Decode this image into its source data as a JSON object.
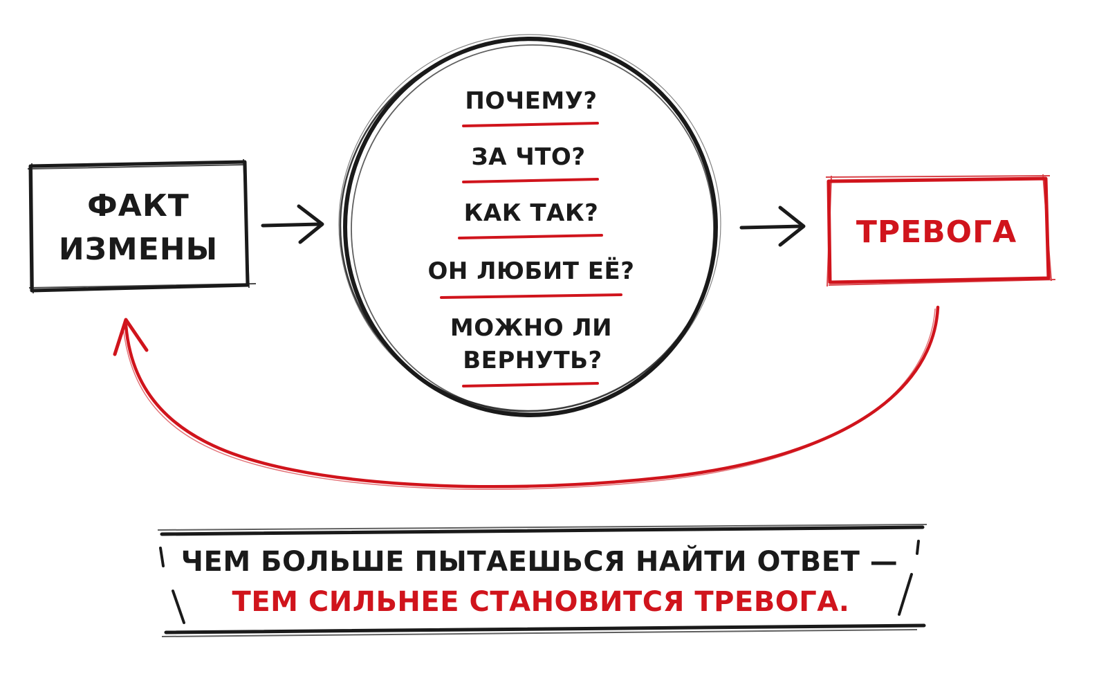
{
  "colors": {
    "ink": "#1a1a1a",
    "accent": "#d0141c"
  },
  "fact_box": {
    "line1": "ФАКТ",
    "line2": "ИЗМЕНЫ"
  },
  "questions": [
    {
      "label": "ПОЧЕМУ?"
    },
    {
      "label": "ЗА ЧТО?"
    },
    {
      "label": "КАК ТАК?"
    },
    {
      "label": "ОН ЛЮБИТ ЕЁ?"
    },
    {
      "label_line1": "МОЖНО ЛИ",
      "label_line2": "ВЕРНУТЬ?"
    }
  ],
  "anxiety_box": {
    "label": "ТРЕВОГА"
  },
  "caption": {
    "line1": "ЧЕМ БОЛЬШЕ ПЫТАЕШЬСЯ НАЙТИ ОТВЕТ —",
    "line2": "ТЕМ СИЛЬНЕЕ СТАНОВИТСЯ ТРЕВОГА."
  },
  "icons": {
    "arrow_right_1": "arrow-right-icon",
    "arrow_right_2": "arrow-right-icon",
    "feedback_arrow": "curved-arrow-up-icon"
  }
}
